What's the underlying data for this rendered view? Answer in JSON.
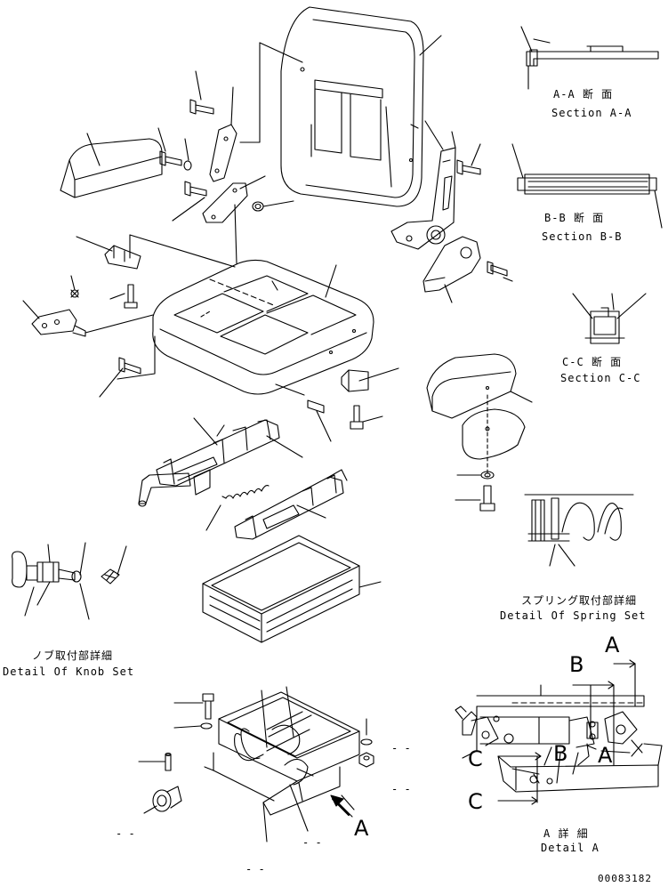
{
  "captions": {
    "section_aa_jp": "A-A 断 面",
    "section_aa_en": "Section A-A",
    "section_bb_jp": "B-B 断 面",
    "section_bb_en": "Section B-B",
    "section_cc_jp": "C-C 断 面",
    "section_cc_en": "Section C-C",
    "spring_jp": "スプリング取付部詳細",
    "spring_en": "Detail Of Spring Set",
    "knob_jp": "ノブ取付部詳細",
    "knob_en": "Detail Of Knob Set",
    "detail_a_jp": "A 詳 細",
    "detail_a_en": "Detail A"
  },
  "view_letters": {
    "a_arrow": "A",
    "a_top": "A",
    "b_top": "B",
    "b_mid": "B",
    "a_mid": "A",
    "c_upper": "C",
    "c_lower": "C"
  },
  "dashes": {
    "d1": "- -",
    "d2": "- -",
    "d3": "- -",
    "d4": "- -",
    "d5": "- -"
  },
  "drawing_number": "00083182"
}
